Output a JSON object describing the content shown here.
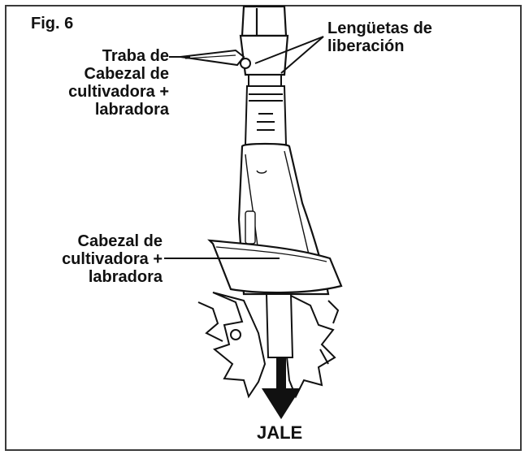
{
  "figure": {
    "title": "Fig. 6",
    "labels": {
      "release_tabs": [
        "Lengüetas de",
        "liberación"
      ],
      "head_lock": [
        "Traba de",
        "Cabezal de",
        "cultivadora +",
        "labradora"
      ],
      "head": [
        "Cabezal de",
        "cultivadora +",
        "labradora"
      ],
      "pull": "JALE"
    }
  }
}
